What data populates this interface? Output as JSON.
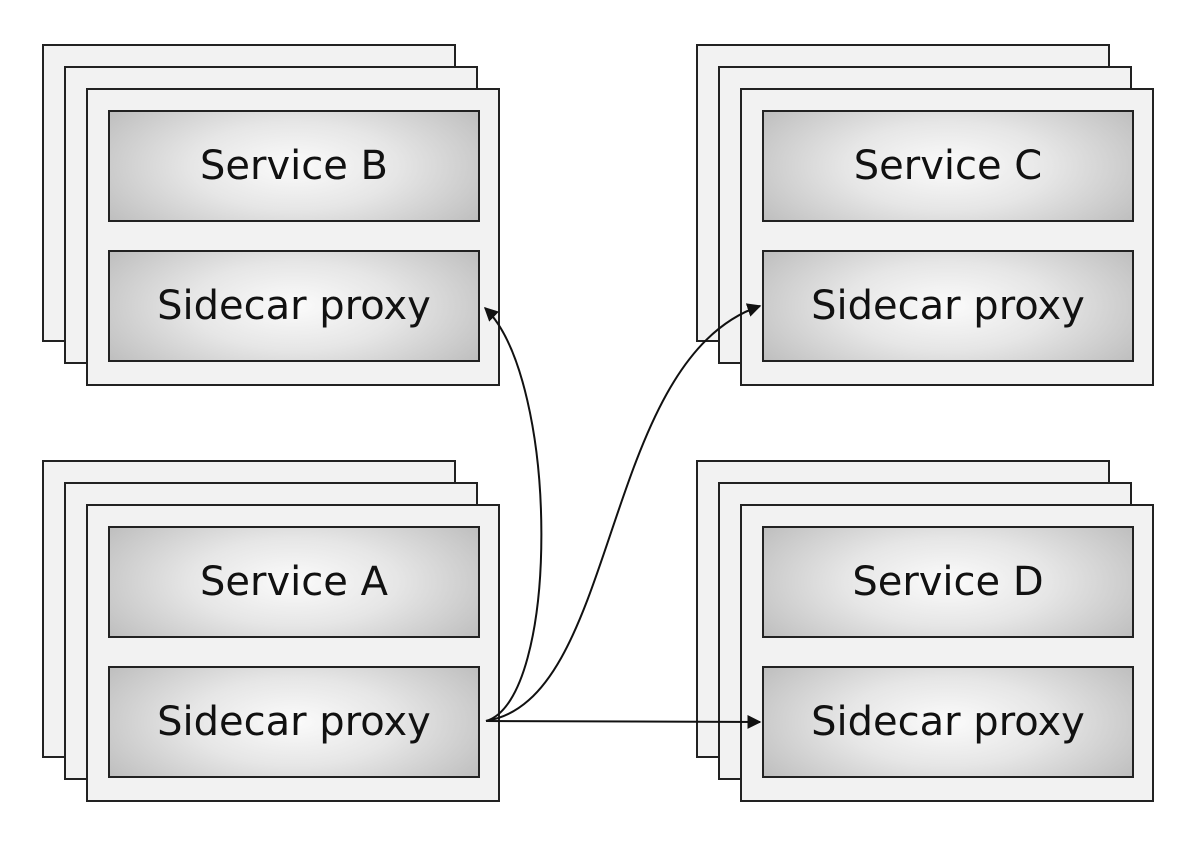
{
  "services": {
    "b": {
      "service_label": "Service B",
      "proxy_label": "Sidecar proxy"
    },
    "c": {
      "service_label": "Service C",
      "proxy_label": "Sidecar proxy"
    },
    "a": {
      "service_label": "Service A",
      "proxy_label": "Sidecar proxy"
    },
    "d": {
      "service_label": "Service D",
      "proxy_label": "Sidecar proxy"
    }
  },
  "connections": [
    {
      "from": "a",
      "to": "b"
    },
    {
      "from": "a",
      "to": "c"
    },
    {
      "from": "a",
      "to": "d"
    }
  ],
  "colors": {
    "frame_fill": "#f2f2f2",
    "border": "#222222",
    "box_gradient_center": "#fbfbfb",
    "box_gradient_edge": "#bdbdbd",
    "text": "#111111"
  }
}
